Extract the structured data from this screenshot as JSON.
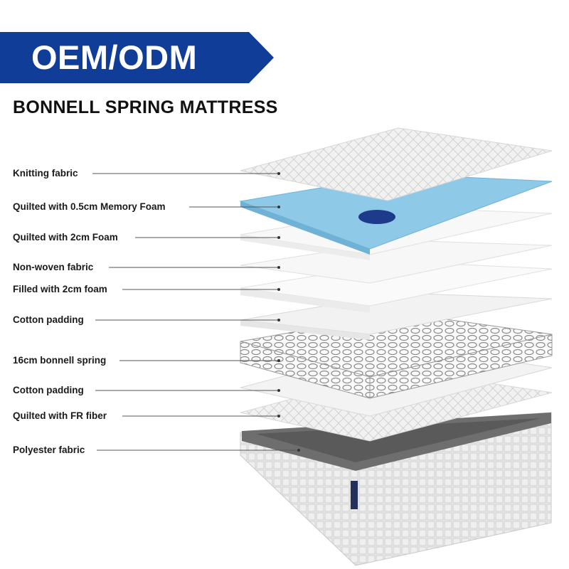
{
  "banner": {
    "text": "OEM/ODM",
    "color": "#0f3d97"
  },
  "title": "BONNELL SPRING MATTRESS",
  "layers": [
    "Knitting fabric",
    "Quilted with 0.5cm Memory Foam",
    "Quilted with 2cm Foam",
    "Non-woven fabric",
    "Filled with 2cm foam",
    "Cotton padding",
    "16cm bonnell spring",
    "Cotton padding",
    "Quilted with FR fiber",
    "Polyester fabric"
  ],
  "colors": {
    "memory_foam": "#8fc9e8",
    "layer_white": "#f4f4f4",
    "base_top": "#6e6e6e",
    "leader_line": "#555555"
  }
}
